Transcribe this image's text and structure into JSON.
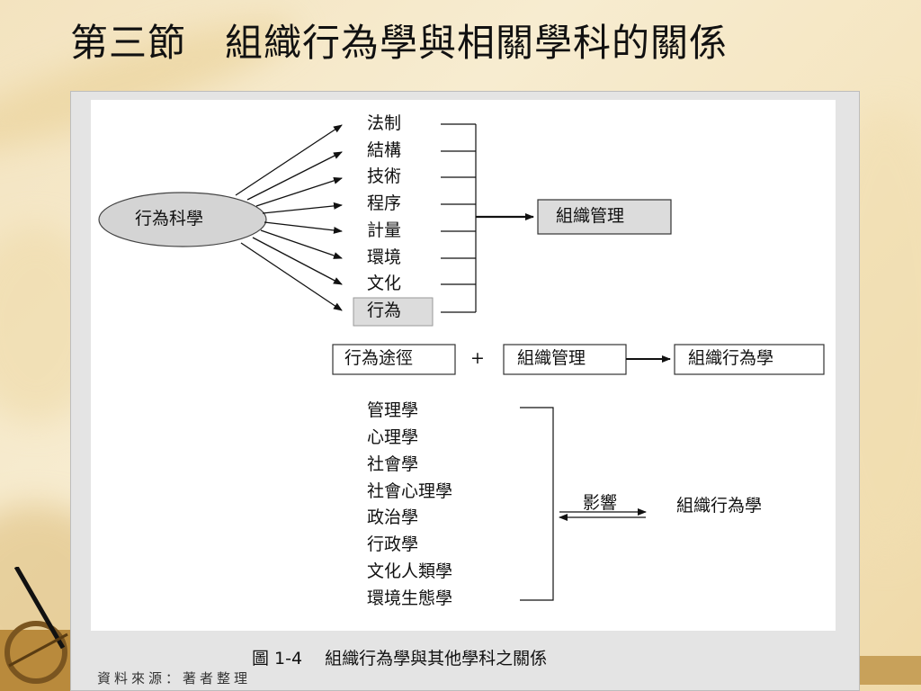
{
  "title": "第三節　組織行為學與相關學科的關係",
  "diagram": {
    "source_ellipse": "行為科學",
    "categories": [
      "法制",
      "結構",
      "技術",
      "程序",
      "計量",
      "環境",
      "文化",
      "行為"
    ],
    "top_target": "組織管理",
    "equation": {
      "left": "行為途徑",
      "plus": "+",
      "middle": "組織管理",
      "result": "組織行為學"
    },
    "disciplines": [
      "管理學",
      "心理學",
      "社會學",
      "社會心理學",
      "政治學",
      "行政學",
      "文化人類學",
      "環境生態學"
    ],
    "influence_label": "影響",
    "influence_target": "組織行為學"
  },
  "caption": "圖 1-4　 組織行為學與其他學科之關係",
  "source_note": "資料來源：著者整理"
}
